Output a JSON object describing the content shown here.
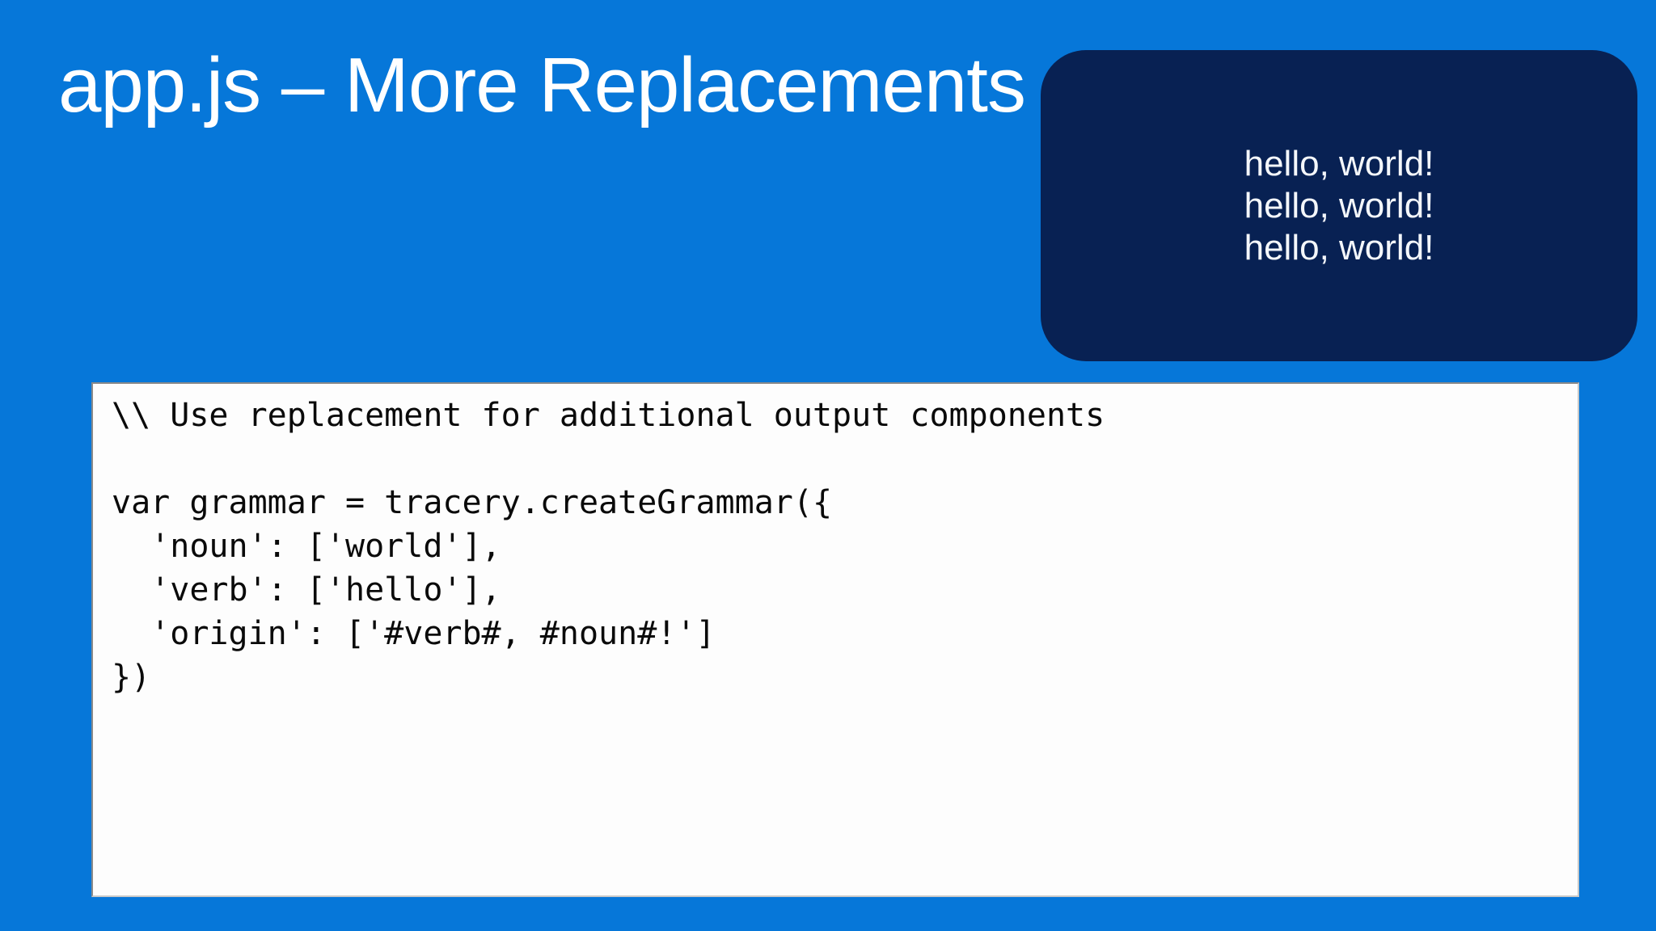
{
  "slide": {
    "title": "app.js – More Replacements",
    "colors": {
      "background": "#0677d9",
      "output_panel_background": "#082153",
      "output_text": "#f4f7fb",
      "code_panel_background": "#fdfdfd",
      "code_panel_border": "#8a8a8a",
      "code_text": "#0a0a0a",
      "title_text": "#ffffff"
    },
    "output_panel": {
      "lines": [
        "hello, world!",
        "hello, world!",
        "hello, world!"
      ]
    },
    "code_panel": {
      "code_lines": [
        "\\\\ Use replacement for additional output components",
        "",
        "var grammar = tracery.createGrammar({",
        "  'noun': ['world'],",
        "  'verb': ['hello'],",
        "  'origin': ['#verb#, #noun#!']",
        "})"
      ]
    }
  }
}
